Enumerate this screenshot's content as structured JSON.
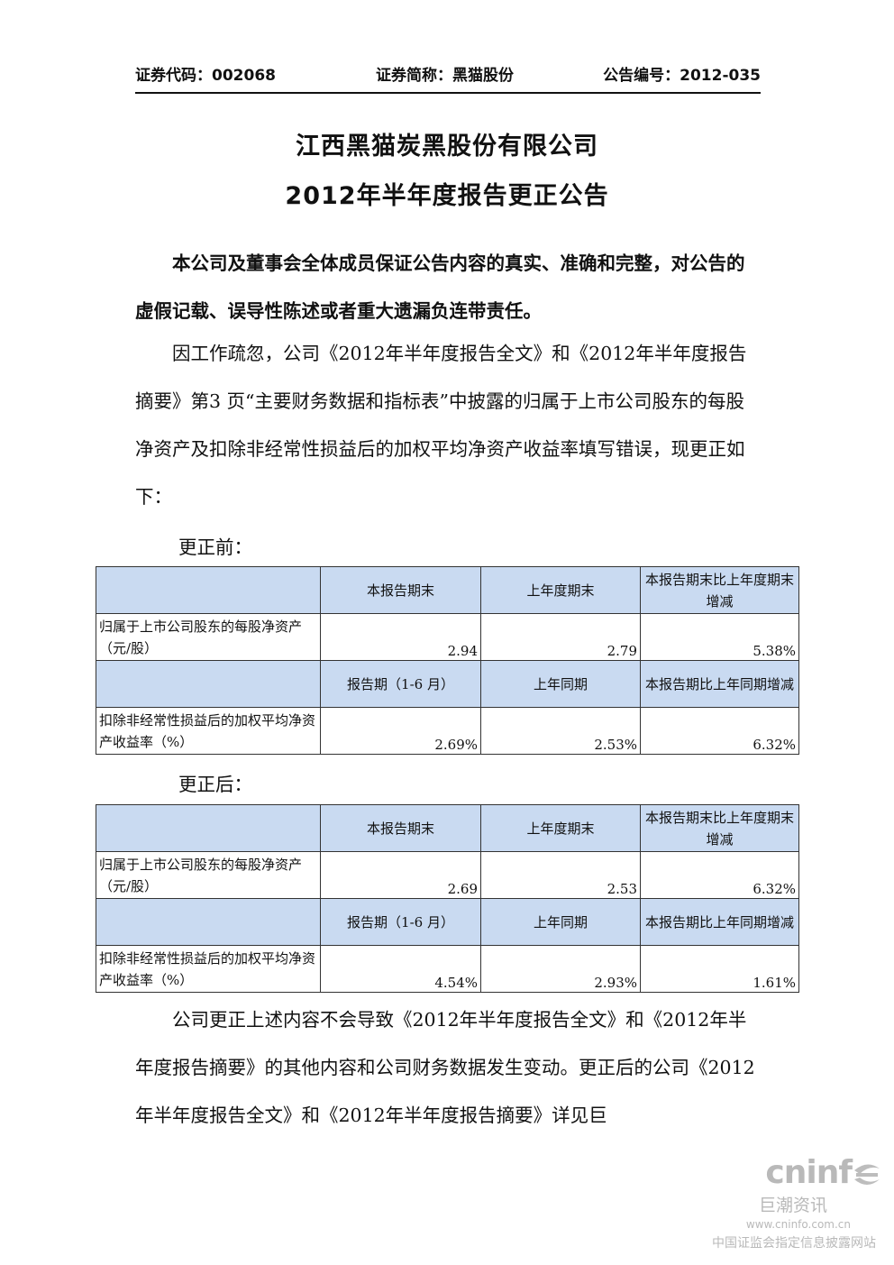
{
  "header": {
    "code": "证券代码：002068",
    "short_name": "证券简称：黑猫股份",
    "notice_no": "公告编号：2012-035"
  },
  "title": {
    "line1": "江西黑猫炭黑股份有限公司",
    "line2": "2012年半年度报告更正公告"
  },
  "statement": "本公司及董事会全体成员保证公告内容的真实、准确和完整，对公告的虚假记载、误导性陈述或者重大遗漏负连带责任。",
  "body1": "因工作疏忽，公司《2012年半年度报告全文》和《2012年半年度报告摘要》第3 页“主要财务数据和指标表”中披露的归属于上市公司股东的每股净资产及扣除非经常性损益后的加权平均净资产收益率填写错误，现更正如下：",
  "before": {
    "label": "更正前：",
    "h1": [
      "本报告期末",
      "上年度期末",
      "本报告期末比上年度期末增减"
    ],
    "row1": {
      "label": "归属于上市公司股东的每股净资产（元/股）",
      "values": [
        "2.94",
        "2.79",
        "5.38%"
      ]
    },
    "h2": [
      "报告期（1-6 月）",
      "上年同期",
      "本报告期比上年同期增减"
    ],
    "row2": {
      "label": "扣除非经常性损益后的加权平均净资产收益率（%）",
      "values": [
        "2.69%",
        "2.53%",
        "6.32%"
      ]
    }
  },
  "after": {
    "label": "更正后：",
    "h1": [
      "本报告期末",
      "上年度期末",
      "本报告期末比上年度期末增减"
    ],
    "row1": {
      "label": "归属于上市公司股东的每股净资产（元/股）",
      "values": [
        "2.69",
        "2.53",
        "6.32%"
      ]
    },
    "h2": [
      "报告期（1-6 月）",
      "上年同期",
      "本报告期比上年同期增减"
    ],
    "row2": {
      "label": "扣除非经常性损益后的加权平均净资产收益率（%）",
      "values": [
        "4.54%",
        "2.93%",
        "1.61%"
      ]
    }
  },
  "body2": "公司更正上述内容不会导致《2012年半年度报告全文》和《2012年半年度报告摘要》的其他内容和公司财务数据发生变动。更正后的公司《2012年半年度报告全文》和《2012年半年度报告摘要》详见巨",
  "watermark": {
    "logo": "cninf",
    "cn": "巨潮资讯",
    "url": "www.cninfo.com.cn",
    "footer": "中国证监会指定信息披露网站"
  }
}
